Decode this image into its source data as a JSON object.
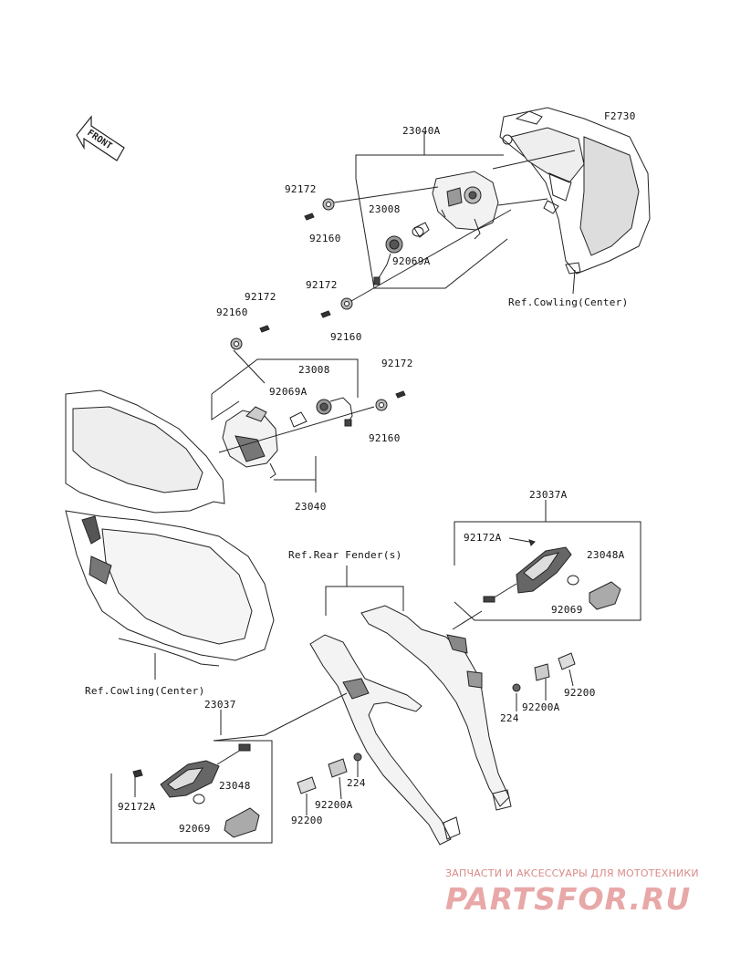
{
  "diagram_id": "F2730",
  "front_marker": "FRONT",
  "labels": {
    "l_23040A": "23040A",
    "l_92172_a": "92172",
    "l_23008_a": "23008",
    "l_92160_a": "92160",
    "l_92069A_a": "92069A",
    "l_92172_b": "92172",
    "l_92160_b": "92160",
    "l_ref_cowling_top": "Ref.Cowling(Center)",
    "l_92172_c": "92172",
    "l_92160_c": "92160",
    "l_23008_b": "23008",
    "l_92172_d": "92172",
    "l_92069A_b": "92069A",
    "l_92160_d": "92160",
    "l_23040": "23040",
    "l_23037A": "23037A",
    "l_92172A_a": "92172A",
    "l_23048A": "23048A",
    "l_ref_rear_fender": "Ref.Rear Fender(s)",
    "l_92069_a": "92069",
    "l_92200_a": "92200",
    "l_224_a": "224",
    "l_92200A_a": "92200A",
    "l_ref_cowling_bottom": "Ref.Cowling(Center)",
    "l_23037": "23037",
    "l_224_b": "224",
    "l_23048": "23048",
    "l_92200A_b": "92200A",
    "l_92172A_b": "92172A",
    "l_92200_b": "92200",
    "l_92069_b": "92069"
  },
  "watermark": {
    "tagline": "ЗАПЧАСТИ И АКСЕССУАРЫ ДЛЯ МОТОТЕХНИКИ",
    "logo": "PARTSFOR.RU"
  }
}
